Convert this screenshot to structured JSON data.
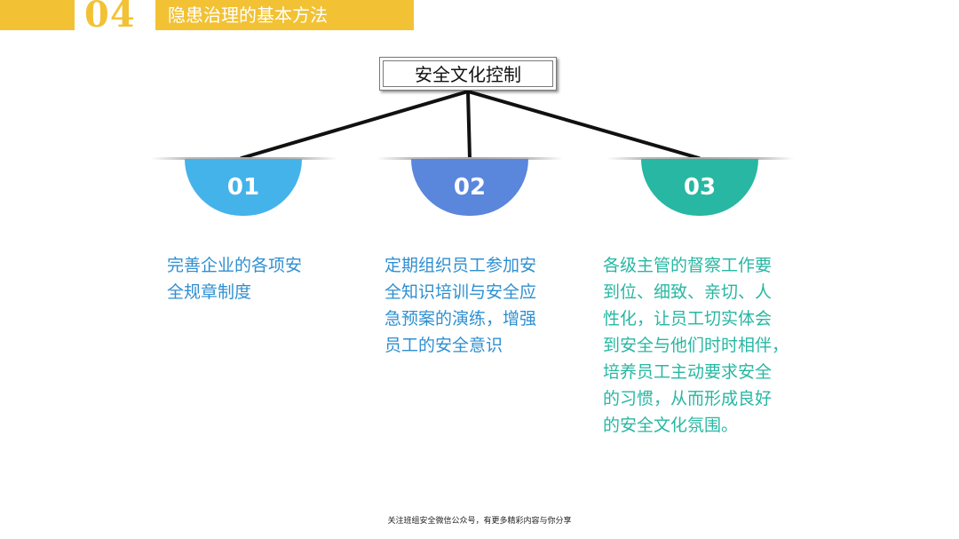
{
  "header": {
    "number": "04",
    "title": "隐患治理的基本方法"
  },
  "diagram": {
    "root": "安全文化控制",
    "branches": [
      {
        "number": "01",
        "color": "#44b3ea",
        "lines": [
          "完善企业的各项安",
          "全规章制度"
        ]
      },
      {
        "number": "02",
        "color": "#5a86dc",
        "lines": [
          "定期组织员工参加安",
          "全知识培训与安全应",
          "急预案的演练，增强",
          "员工的安全意识"
        ]
      },
      {
        "number": "03",
        "color": "#27b7a2",
        "lines": [
          "各级主管的督察工作要",
          "到位、细致、亲切、人",
          "性化，让员工切实体会",
          "到安全与他们时时相伴，",
          "培养员工主动要求安全",
          "的习惯，从而形成良好",
          "的安全文化氛围。"
        ]
      }
    ]
  },
  "footer": "关注班组安全微信公众号，有更多精彩内容与你分享",
  "colors": {
    "accent": "#f2c234",
    "text_blue": "#2f8fd0",
    "text_teal": "#27b7a2"
  }
}
